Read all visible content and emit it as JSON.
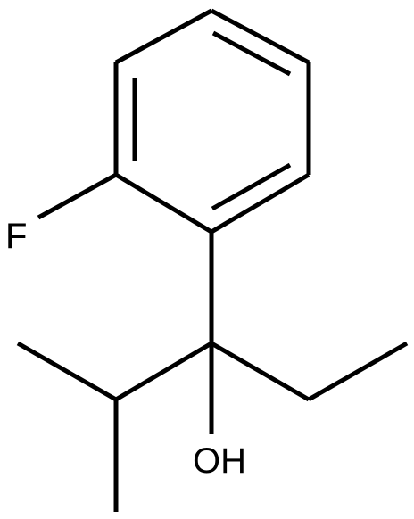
{
  "diagram": {
    "type": "skeletal-structure",
    "atom_labels": {
      "fluorine": "F",
      "hydroxyl": "OH"
    },
    "colors": {
      "bond": "#000000",
      "background": "#ffffff"
    }
  }
}
